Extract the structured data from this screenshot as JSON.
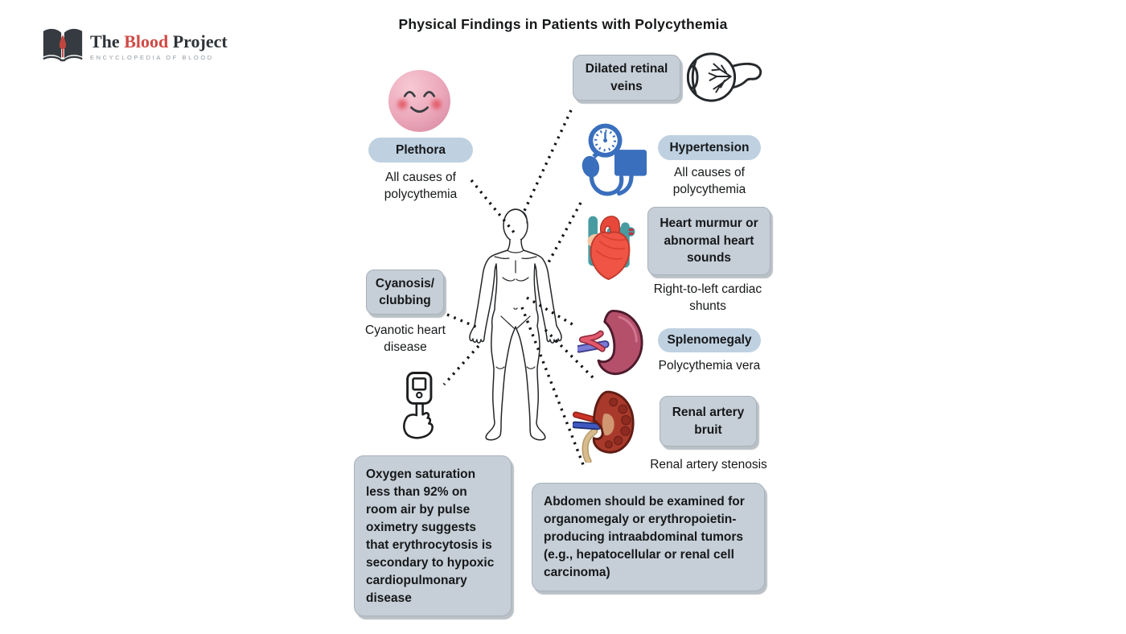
{
  "logo": {
    "word1": "The",
    "word2": "Blood",
    "word3": "Project",
    "tagline": "ENCYCLOPEDIA OF BLOOD",
    "icon": "open-book-blood-drop-icon"
  },
  "title": "Physical Findings in Patients with Polycythemia",
  "findings": [
    {
      "id": "dilated-retinal-veins",
      "label": "Dilated retinal\nveins",
      "cause": "",
      "icon": "eye-icon"
    },
    {
      "id": "plethora",
      "label": "Plethora",
      "cause": "All causes of\npolycythemia",
      "icon": "flushed-face-icon"
    },
    {
      "id": "hypertension",
      "label": "Hypertension",
      "cause": "All causes of\npolycythemia",
      "icon": "blood-pressure-monitor-icon"
    },
    {
      "id": "heart-murmur",
      "label": "Heart murmur or\nabnormal heart\nsounds",
      "cause": "Right-to-left cardiac\nshunts",
      "icon": "heart-icon"
    },
    {
      "id": "cyanosis-clubbing",
      "label": "Cyanosis/\nclubbing",
      "cause": "Cyanotic heart\ndisease",
      "icon": "pulse-oximeter-icon"
    },
    {
      "id": "splenomegaly",
      "label": "Splenomegaly",
      "cause": "Polycythemia vera",
      "icon": "spleen-icon"
    },
    {
      "id": "renal-artery-bruit",
      "label": "Renal artery\nbruit",
      "cause": "Renal artery stenosis",
      "icon": "kidney-icon"
    }
  ],
  "notes": [
    {
      "id": "oxygen-saturation-note",
      "text": "Oxygen saturation less than 92% on room air by pulse oximetry suggests that erythrocytosis is secondary to hypoxic cardiopulmonary disease"
    },
    {
      "id": "abdomen-exam-note",
      "text": "Abdomen should be examined for organomegaly or erythropoietin-producing intraabdominal tumors (e.g., hepatocellular or renal cell carcinoma)"
    }
  ],
  "colors": {
    "label_box_fill": "#c6cfd7",
    "label_pill_fill": "#bfd1e1",
    "box_border": "#a9b2ba",
    "box_shadow": "#828d98",
    "accent_blue": "#3a6fbd",
    "heart_red": "#ef5444",
    "spleen_maroon": "#b5506b",
    "kidney_red": "#a93a2b",
    "face_pink": "#eba6ba",
    "logo_red": "#d04b45",
    "text": "#16181a"
  }
}
